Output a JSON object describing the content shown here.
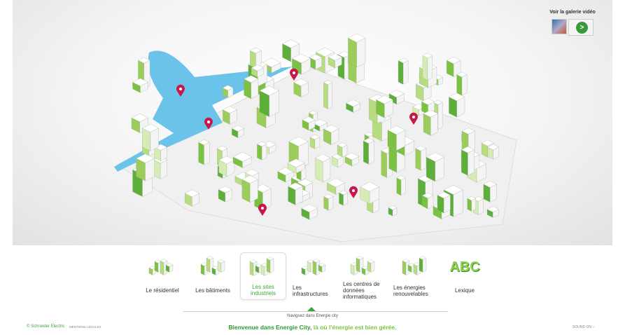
{
  "gallery": {
    "title": "Voir la galerie vidéo",
    "play_icon": ">"
  },
  "menu": [
    {
      "label": "Le résidentiel",
      "icon": "residential-icon"
    },
    {
      "label": "Les bâtiments",
      "icon": "buildings-icon"
    },
    {
      "label": "Les sites industriels",
      "icon": "industrial-icon",
      "selected": true
    },
    {
      "label": "Les infrastructures",
      "icon": "infrastructure-icon"
    },
    {
      "label": "Les centres de données informatiques",
      "icon": "datacenter-icon"
    },
    {
      "label": "Les énergies renouvelables",
      "icon": "renewable-icon"
    },
    {
      "label": "Lexique",
      "icon": "abc-icon",
      "glyph": "ABC"
    }
  ],
  "nav_hint": "Naviguez dans Energie city",
  "welcome": {
    "part1": "Bienvenue dans Energie City,",
    "part2": " là où l'énergie est bien gérée."
  },
  "footer": {
    "copyright": "© Schneider Electric",
    "legal": "MENTIONS LÉGALES",
    "sound": "SOUND ON ∩"
  },
  "colors": {
    "green": "#3aa735",
    "light_green": "#8fd14f",
    "water": "#6cc3ea",
    "pin": "#c8174b"
  }
}
